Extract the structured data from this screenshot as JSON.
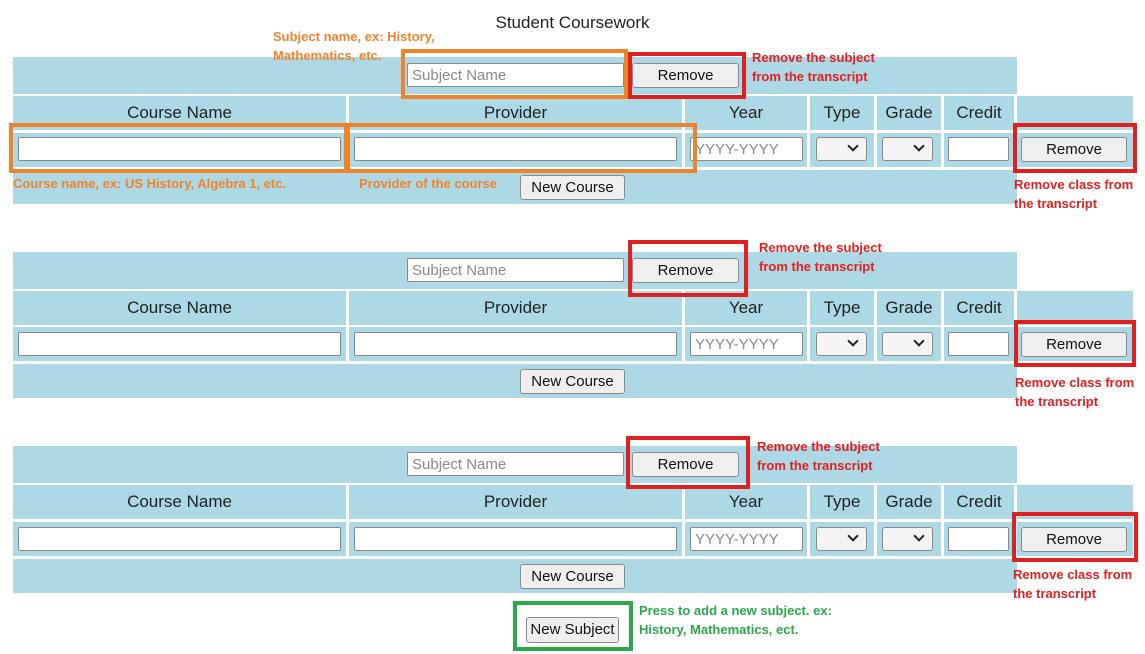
{
  "page": {
    "title": "Student Coursework"
  },
  "subject_block": {
    "subject_placeholder": "Subject Name",
    "remove_subject_label": "Remove",
    "columns": [
      "Course Name",
      "Provider",
      "Year",
      "Type",
      "Grade",
      "Credit"
    ],
    "year_placeholder": "YYYY-YYYY",
    "remove_course_label": "Remove",
    "new_course_label": "New Course"
  },
  "new_subject_label": "New Subject",
  "annotations": {
    "subject_name": [
      "Subject name, ex: History,",
      "Mathematics, etc."
    ],
    "remove_subject": [
      "Remove the subject",
      "from the transcript"
    ],
    "course_name": "Course name, ex: US History, Algebra 1, etc.",
    "provider": "Provider of the course",
    "remove_class": [
      "Remove class from",
      "the transcript"
    ],
    "new_subject": [
      "Press to add a new subject. ex:",
      "History, Mathematics, ect."
    ]
  },
  "colors": {
    "table_bg": "#add8e6",
    "annotation_orange": "#f0832a",
    "annotation_red": "#e02020",
    "annotation_green": "#2aa84a"
  }
}
